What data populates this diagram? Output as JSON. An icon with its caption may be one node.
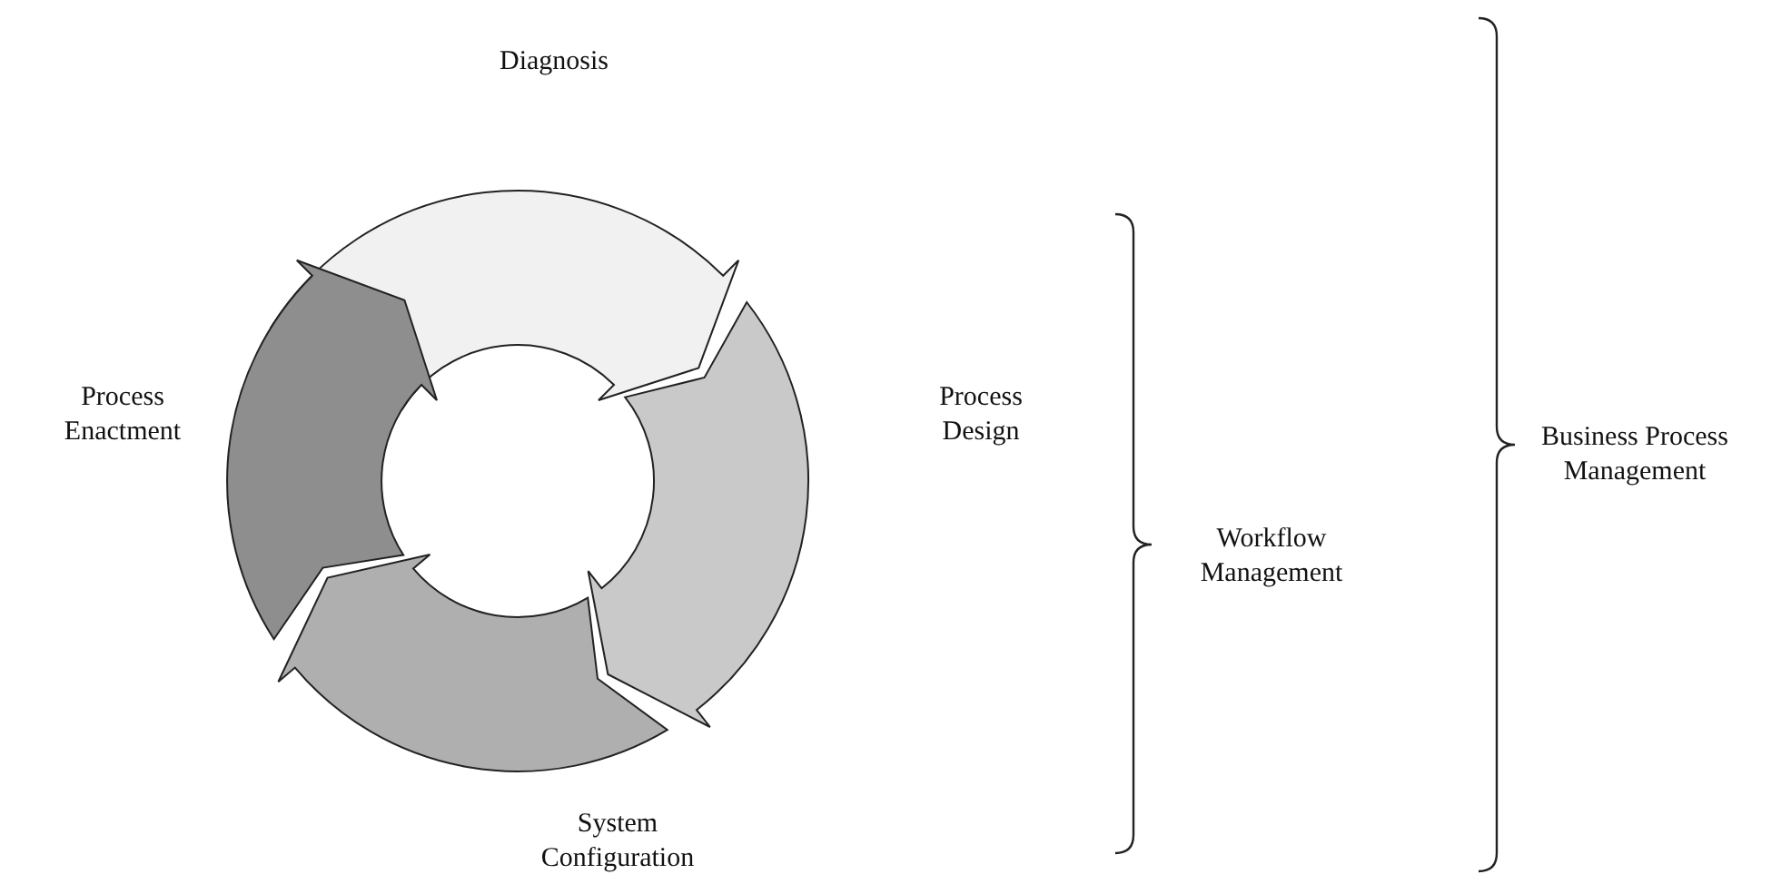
{
  "diagram": {
    "nodes": [
      {
        "text": [
          "Diagnosis"
        ]
      },
      {
        "text": [
          "Process Design"
        ]
      },
      {
        "text": [
          "System Configuration"
        ]
      },
      {
        "text": [
          "Process Enactment"
        ]
      }
    ],
    "labels": [
      "Workflow Management",
      "Business Process Management"
    ]
  }
}
